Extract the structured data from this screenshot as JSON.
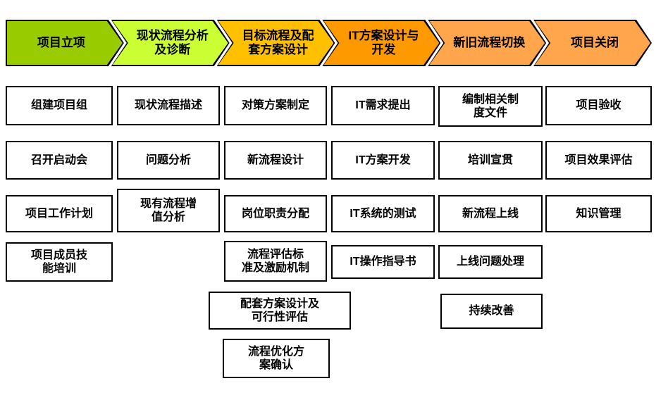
{
  "phases": [
    {
      "label": "项目立项",
      "color": "#99cc00"
    },
    {
      "label": "现状流程分析\n及诊断",
      "color": "#ccff33"
    },
    {
      "label": "目标流程及配\n套方案设计",
      "color": "#ffc000"
    },
    {
      "label": "IT方案设计与\n开发",
      "color": "#ff9900"
    },
    {
      "label": "新旧流程切换",
      "color": "#ffa64d"
    },
    {
      "label": "项目关闭",
      "color": "#ffa64d"
    }
  ],
  "boxes": {
    "c1": [
      "组建项目组",
      "召开启动会",
      "项目工作计划",
      "项目成员技\n能培训"
    ],
    "c2": [
      "现状流程描述",
      "问题分析",
      "现有流程增\n值分析"
    ],
    "c3": [
      "对策方案制定",
      "新流程设计",
      "岗位职责分配",
      "流程评估标\n准及激励机制",
      "配套方案设计及\n可行性评估",
      "流程优化方\n案确认"
    ],
    "c4": [
      "IT需求提出",
      "IT方案开发",
      "IT系统的测试",
      "IT操作指导书"
    ],
    "c5": [
      "编制相关制\n度文件",
      "培训宣贯",
      "新流程上线",
      "上线问题处理",
      "持续改善"
    ],
    "c6": [
      "项目验收",
      "项目效果评估",
      "知识管理"
    ]
  }
}
